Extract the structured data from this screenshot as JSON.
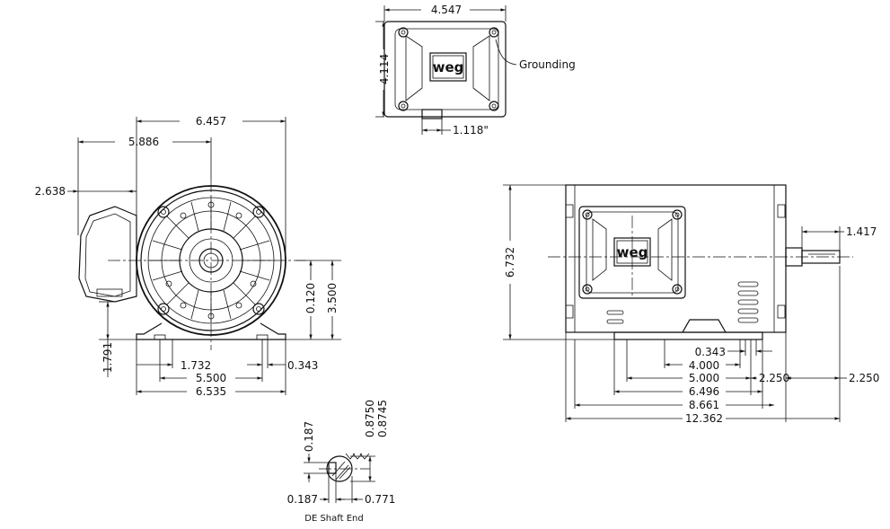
{
  "terminal_box": {
    "width": "4.547",
    "height": "4.114",
    "conduit": "1.118\"",
    "grounding_label": "Grounding",
    "logo": "weg"
  },
  "front_view": {
    "overall_to_box": "6.457",
    "to_box_face": "5.886",
    "box_offset": "2.638",
    "shaft_offset": "0.120",
    "shaft_height": "3.500",
    "base_to_box": "1.791",
    "foot_a": "1.732",
    "foot_slot": "0.343",
    "foot_span": "5.500",
    "base_width": "6.535"
  },
  "side_view": {
    "overall_height": "6.732",
    "shaft_ext": "1.417",
    "slot": "0.343",
    "dim_4000": "4.000",
    "dim_5000": "5.000",
    "dim_6496": "6.496",
    "dim_8661": "8.661",
    "overall_length": "12.362",
    "ba_a": "2.250",
    "ba_b": "2.250",
    "logo": "weg"
  },
  "shaft_end": {
    "key_height": "0.187",
    "dia_max": "0.8750",
    "dia_min": "0.8745",
    "key_width": "0.187",
    "key_depth": "0.771",
    "caption": "DE Shaft End"
  }
}
